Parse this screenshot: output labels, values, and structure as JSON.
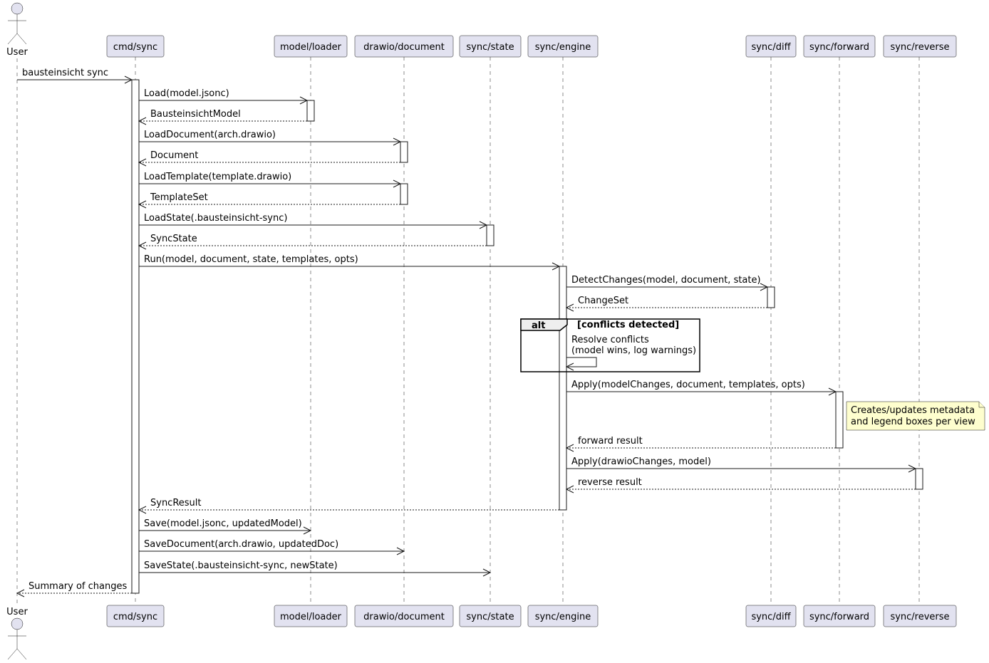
{
  "participants": [
    {
      "id": "user",
      "label": "User",
      "kind": "actor"
    },
    {
      "id": "cmd",
      "label": "cmd/sync",
      "kind": "participant"
    },
    {
      "id": "loader",
      "label": "model/loader",
      "kind": "participant"
    },
    {
      "id": "doc",
      "label": "drawio/document",
      "kind": "participant"
    },
    {
      "id": "state",
      "label": "sync/state",
      "kind": "participant"
    },
    {
      "id": "engine",
      "label": "sync/engine",
      "kind": "participant"
    },
    {
      "id": "diff",
      "label": "sync/diff",
      "kind": "participant"
    },
    {
      "id": "forward",
      "label": "sync/forward",
      "kind": "participant"
    },
    {
      "id": "reverse",
      "label": "sync/reverse",
      "kind": "participant"
    }
  ],
  "messages": [
    {
      "from": "user",
      "to": "cmd",
      "label": "bausteinsicht sync",
      "style": "solid"
    },
    {
      "from": "cmd",
      "to": "loader",
      "label": "Load(model.jsonc)",
      "style": "solid"
    },
    {
      "from": "loader",
      "to": "cmd",
      "label": "BausteinsichtModel",
      "style": "dashed"
    },
    {
      "from": "cmd",
      "to": "doc",
      "label": "LoadDocument(arch.drawio)",
      "style": "solid"
    },
    {
      "from": "doc",
      "to": "cmd",
      "label": "Document",
      "style": "dashed"
    },
    {
      "from": "cmd",
      "to": "doc",
      "label": "LoadTemplate(template.drawio)",
      "style": "solid"
    },
    {
      "from": "doc",
      "to": "cmd",
      "label": "TemplateSet",
      "style": "dashed"
    },
    {
      "from": "cmd",
      "to": "state",
      "label": "LoadState(.bausteinsicht-sync)",
      "style": "solid"
    },
    {
      "from": "state",
      "to": "cmd",
      "label": "SyncState",
      "style": "dashed"
    },
    {
      "from": "cmd",
      "to": "engine",
      "label": "Run(model, document, state, templates, opts)",
      "style": "solid"
    },
    {
      "from": "engine",
      "to": "diff",
      "label": "DetectChanges(model, document, state)",
      "style": "solid"
    },
    {
      "from": "diff",
      "to": "engine",
      "label": "ChangeSet",
      "style": "dashed"
    },
    {
      "from": "engine",
      "to": "engine",
      "label_lines": [
        "Resolve conflicts",
        "(model wins, log warnings)"
      ],
      "style": "self"
    },
    {
      "from": "engine",
      "to": "forward",
      "label": "Apply(modelChanges, document, templates, opts)",
      "style": "solid"
    },
    {
      "from": "forward",
      "to": "engine",
      "label": "forward result",
      "style": "dashed"
    },
    {
      "from": "engine",
      "to": "reverse",
      "label": "Apply(drawioChanges, model)",
      "style": "solid"
    },
    {
      "from": "reverse",
      "to": "engine",
      "label": "reverse result",
      "style": "dashed"
    },
    {
      "from": "engine",
      "to": "cmd",
      "label": "SyncResult",
      "style": "dashed"
    },
    {
      "from": "cmd",
      "to": "loader",
      "label": "Save(model.jsonc, updatedModel)",
      "style": "solid"
    },
    {
      "from": "cmd",
      "to": "doc",
      "label": "SaveDocument(arch.drawio, updatedDoc)",
      "style": "solid"
    },
    {
      "from": "cmd",
      "to": "state",
      "label": "SaveState(.bausteinsicht-sync, newState)",
      "style": "solid"
    },
    {
      "from": "cmd",
      "to": "user",
      "label": "Summary of changes",
      "style": "dashed"
    }
  ],
  "fragment": {
    "keyword": "alt",
    "condition": "[conflicts detected]"
  },
  "note": {
    "lines": [
      "Creates/updates metadata",
      "and legend boxes per view"
    ]
  },
  "colors": {
    "participant_fill": "#e2e2f0",
    "note_fill": "#fefece",
    "fragment_header_fill": "#eeeeee",
    "line": "#181818"
  }
}
